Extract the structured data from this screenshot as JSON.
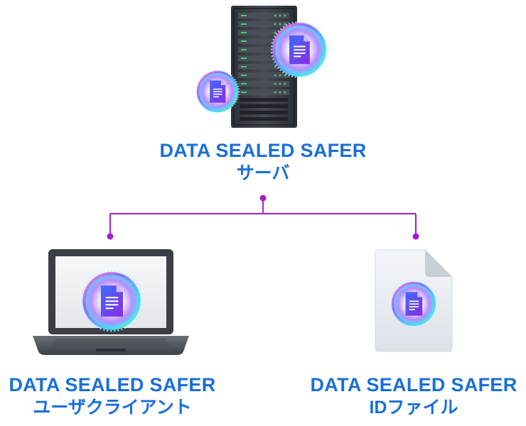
{
  "colors": {
    "label_blue": "#1a6fd6",
    "connector": "#a21fcf",
    "server_body": "#3a3d44",
    "server_led": "#3fd07a"
  },
  "server": {
    "title": "DATA SEALED SAFER",
    "subtitle": "サーバ",
    "icons": [
      "server-rack-icon",
      "document-orb-icon"
    ]
  },
  "client": {
    "title": "DATA SEALED SAFER",
    "subtitle": "ユーザクライアント",
    "icons": [
      "laptop-icon",
      "document-orb-icon"
    ]
  },
  "idfile": {
    "title": "DATA SEALED SAFER",
    "subtitle": "IDファイル",
    "icons": [
      "file-page-icon",
      "document-orb-icon"
    ]
  }
}
